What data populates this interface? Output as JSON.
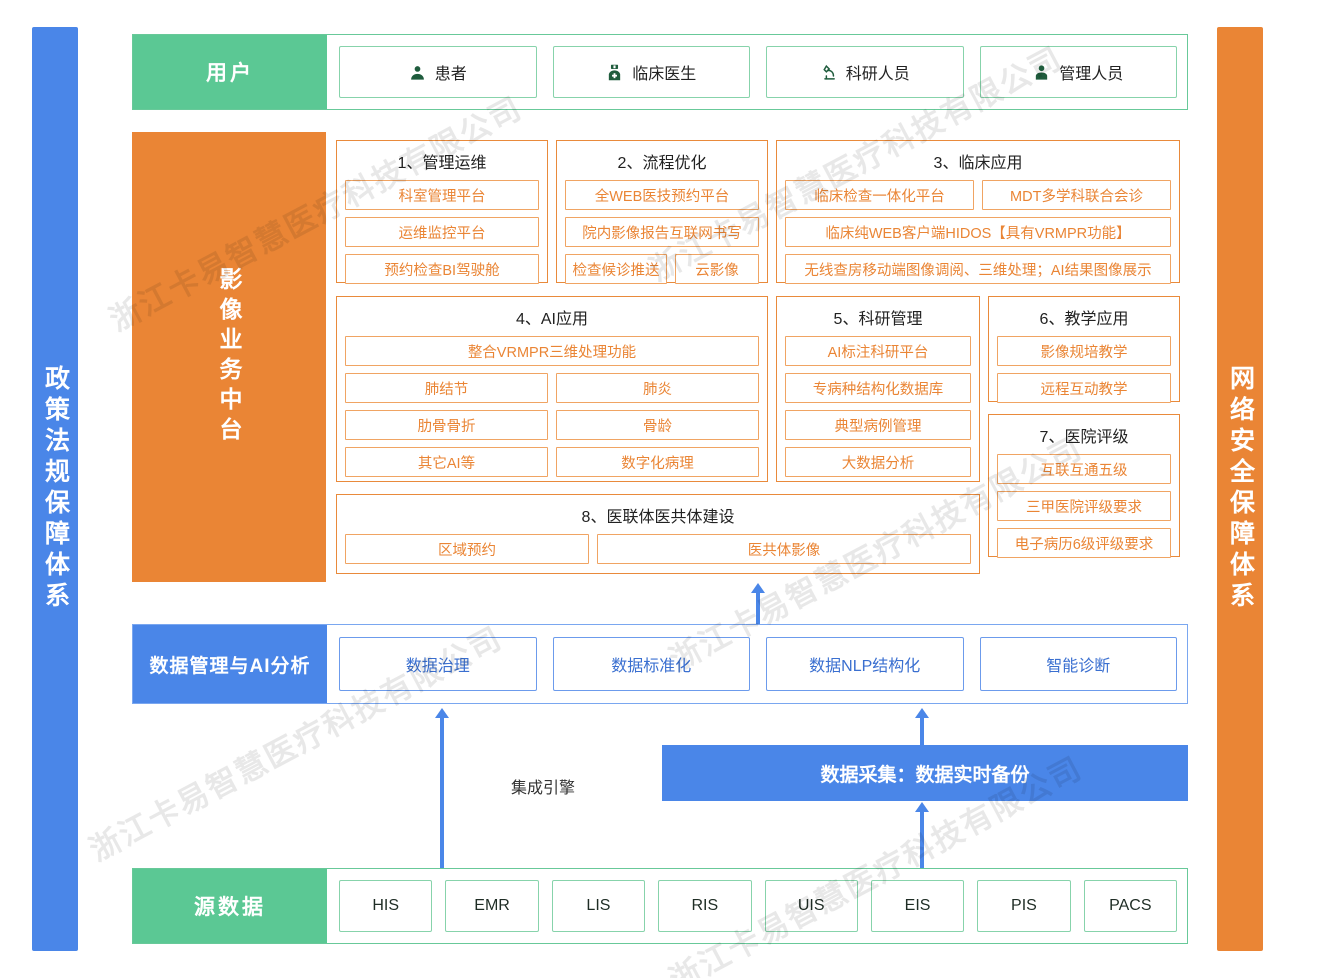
{
  "watermark": "浙江卡易智慧医疗科技有限公司",
  "colors": {
    "green": "#5bc894",
    "orange": "#ea8535",
    "blue": "#4a86e8",
    "orange_text": "#ea8535",
    "blue_text": "#3a6fd0"
  },
  "left_bar": {
    "label": "政策法规保障体系"
  },
  "right_bar": {
    "label": "网络安全保障体系"
  },
  "user_row": {
    "label": "用户",
    "items": [
      {
        "label": "患者",
        "icon": "patient-icon"
      },
      {
        "label": "临床医生",
        "icon": "doctor-icon"
      },
      {
        "label": "科研人员",
        "icon": "microscope-icon"
      },
      {
        "label": "管理人员",
        "icon": "manager-icon"
      }
    ]
  },
  "middle": {
    "label": "影像业务中台",
    "groups": [
      {
        "title": "1、管理运维",
        "rows": [
          [
            "科室管理平台"
          ],
          [
            "运维监控平台"
          ],
          [
            "预约检查BI驾驶舱"
          ]
        ]
      },
      {
        "title": "2、流程优化",
        "rows": [
          [
            "全WEB医技预约平台"
          ],
          [
            "院内影像报告互联网书写"
          ],
          [
            "检查候诊推送",
            "云影像"
          ]
        ]
      },
      {
        "title": "3、临床应用",
        "rows": [
          [
            "临床检查一体化平台",
            "MDT多学科联合会诊"
          ],
          [
            "临床纯WEB客户端HIDOS【具有VRMPR功能】"
          ],
          [
            "无线查房移动端图像调阅、三维处理；AI结果图像展示"
          ]
        ]
      },
      {
        "title": "4、AI应用",
        "rows": [
          [
            "整合VRMPR三维处理功能"
          ],
          [
            "肺结节",
            "肺炎"
          ],
          [
            "肋骨骨折",
            "骨龄"
          ],
          [
            "其它AI等",
            "数字化病理"
          ]
        ]
      },
      {
        "title": "5、科研管理",
        "rows": [
          [
            "AI标注科研平台"
          ],
          [
            "专病种结构化数据库"
          ],
          [
            "典型病例管理"
          ],
          [
            "大数据分析"
          ]
        ]
      },
      {
        "title": "6、教学应用",
        "rows": [
          [
            "影像规培教学"
          ],
          [
            "远程互动教学"
          ]
        ]
      },
      {
        "title": "7、医院评级",
        "rows": [
          [
            "互联互通五级"
          ],
          [
            "三甲医院评级要求"
          ],
          [
            "电子病历6级评级要求"
          ]
        ]
      },
      {
        "title": "8、医联体医共体建设",
        "rows": [
          [
            "区域预约",
            "医共体影像"
          ]
        ]
      }
    ]
  },
  "data_row": {
    "label": "数据管理与AI分析",
    "items": [
      "数据治理",
      "数据标准化",
      "数据NLP结构化",
      "智能诊断"
    ]
  },
  "connector": {
    "engine_label": "集成引擎",
    "collect_label": "数据采集：数据实时备份"
  },
  "source_row": {
    "label": "源数据",
    "items": [
      "HIS",
      "EMR",
      "LIS",
      "RIS",
      "UIS",
      "EIS",
      "PIS",
      "PACS"
    ]
  }
}
